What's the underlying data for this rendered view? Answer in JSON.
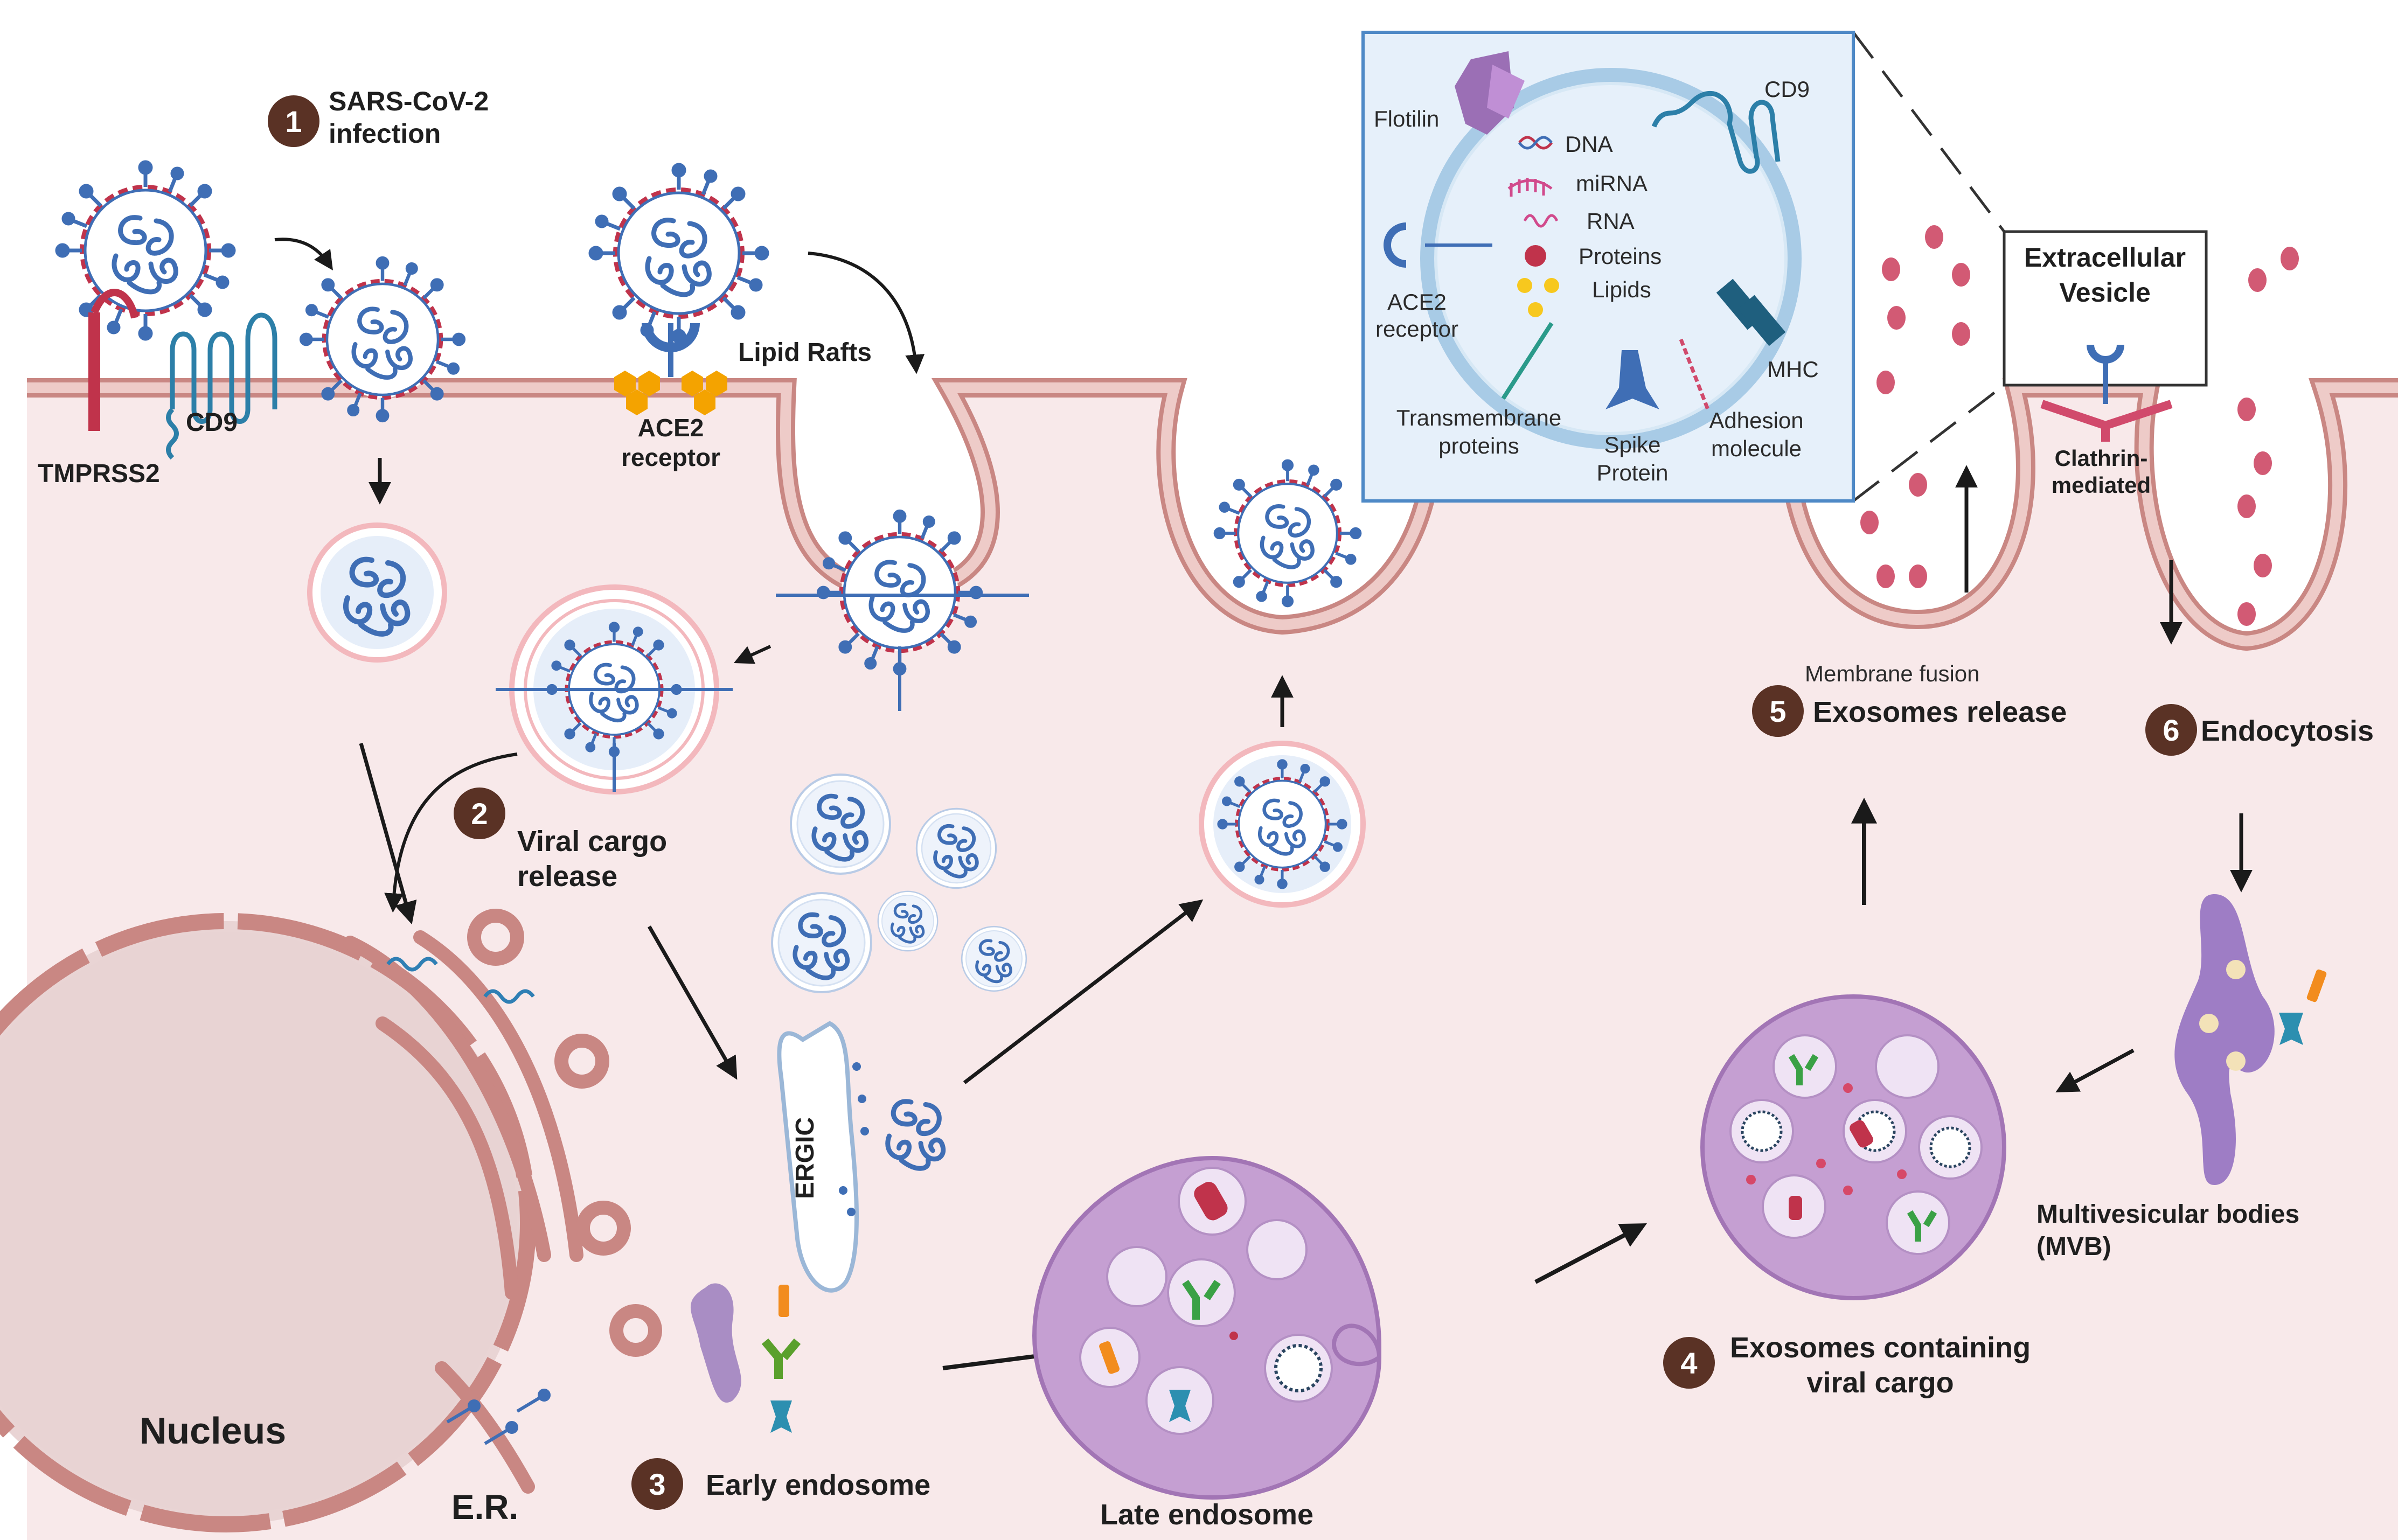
{
  "steps": {
    "s1": {
      "num": "1",
      "line1": "SARS-CoV-2",
      "line2": "infection"
    },
    "s2": {
      "num": "2",
      "line1": "Viral cargo",
      "line2": "release"
    },
    "s3": {
      "num": "3",
      "label": "Early endosome"
    },
    "s4": {
      "num": "4",
      "line1": "Exosomes containing",
      "line2": "viral cargo"
    },
    "s5": {
      "num": "5",
      "pre": "Membrane fusion",
      "label": "Exosomes release"
    },
    "s6": {
      "num": "6",
      "label": "Endocytosis"
    }
  },
  "membrane_labels": {
    "tmprss2": "TMPRSS2",
    "cd9": "CD9",
    "ace2_line1": "ACE2",
    "ace2_line2": "receptor",
    "lipid_rafts": "Lipid Rafts"
  },
  "organelles": {
    "nucleus": "Nucleus",
    "er": "E.R.",
    "ergic": "ERGIC",
    "late_endosome": "Late endosome",
    "mvb_line1": "Multivesicular bodies",
    "mvb_line2": "(MVB)",
    "ev_line1": "Extracellular",
    "ev_line2": "Vesicle",
    "clathrin_line1": "Clathrin-",
    "clathrin_line2": "mediated"
  },
  "inset": {
    "flotilin": "Flotilin",
    "cd9": "CD9",
    "dna": "DNA",
    "mirna": "miRNA",
    "rna": "RNA",
    "proteins": "Proteins",
    "lipids": "Lipids",
    "ace2_line1": "ACE2",
    "ace2_line2": "receptor",
    "mhc": "MHC",
    "tm_line1": "Transmembrane",
    "tm_line2": "proteins",
    "spike_line1": "Spike",
    "spike_line2": "Protein",
    "adh_line1": "Adhesion",
    "adh_line2": "molecule"
  },
  "colors": {
    "cell_fill": "#f8e9ea",
    "membrane": "#e8b2ae",
    "membrane_edge": "#c98783",
    "badge": "#5a3225",
    "virus_blue": "#3f6eb5",
    "virus_red": "#c0334b",
    "vesicle_pink": "#f3b8bd",
    "endosome_purple": "#b78cc4",
    "inset_bg": "#e6f0fa",
    "inset_border": "#4e89c6"
  }
}
